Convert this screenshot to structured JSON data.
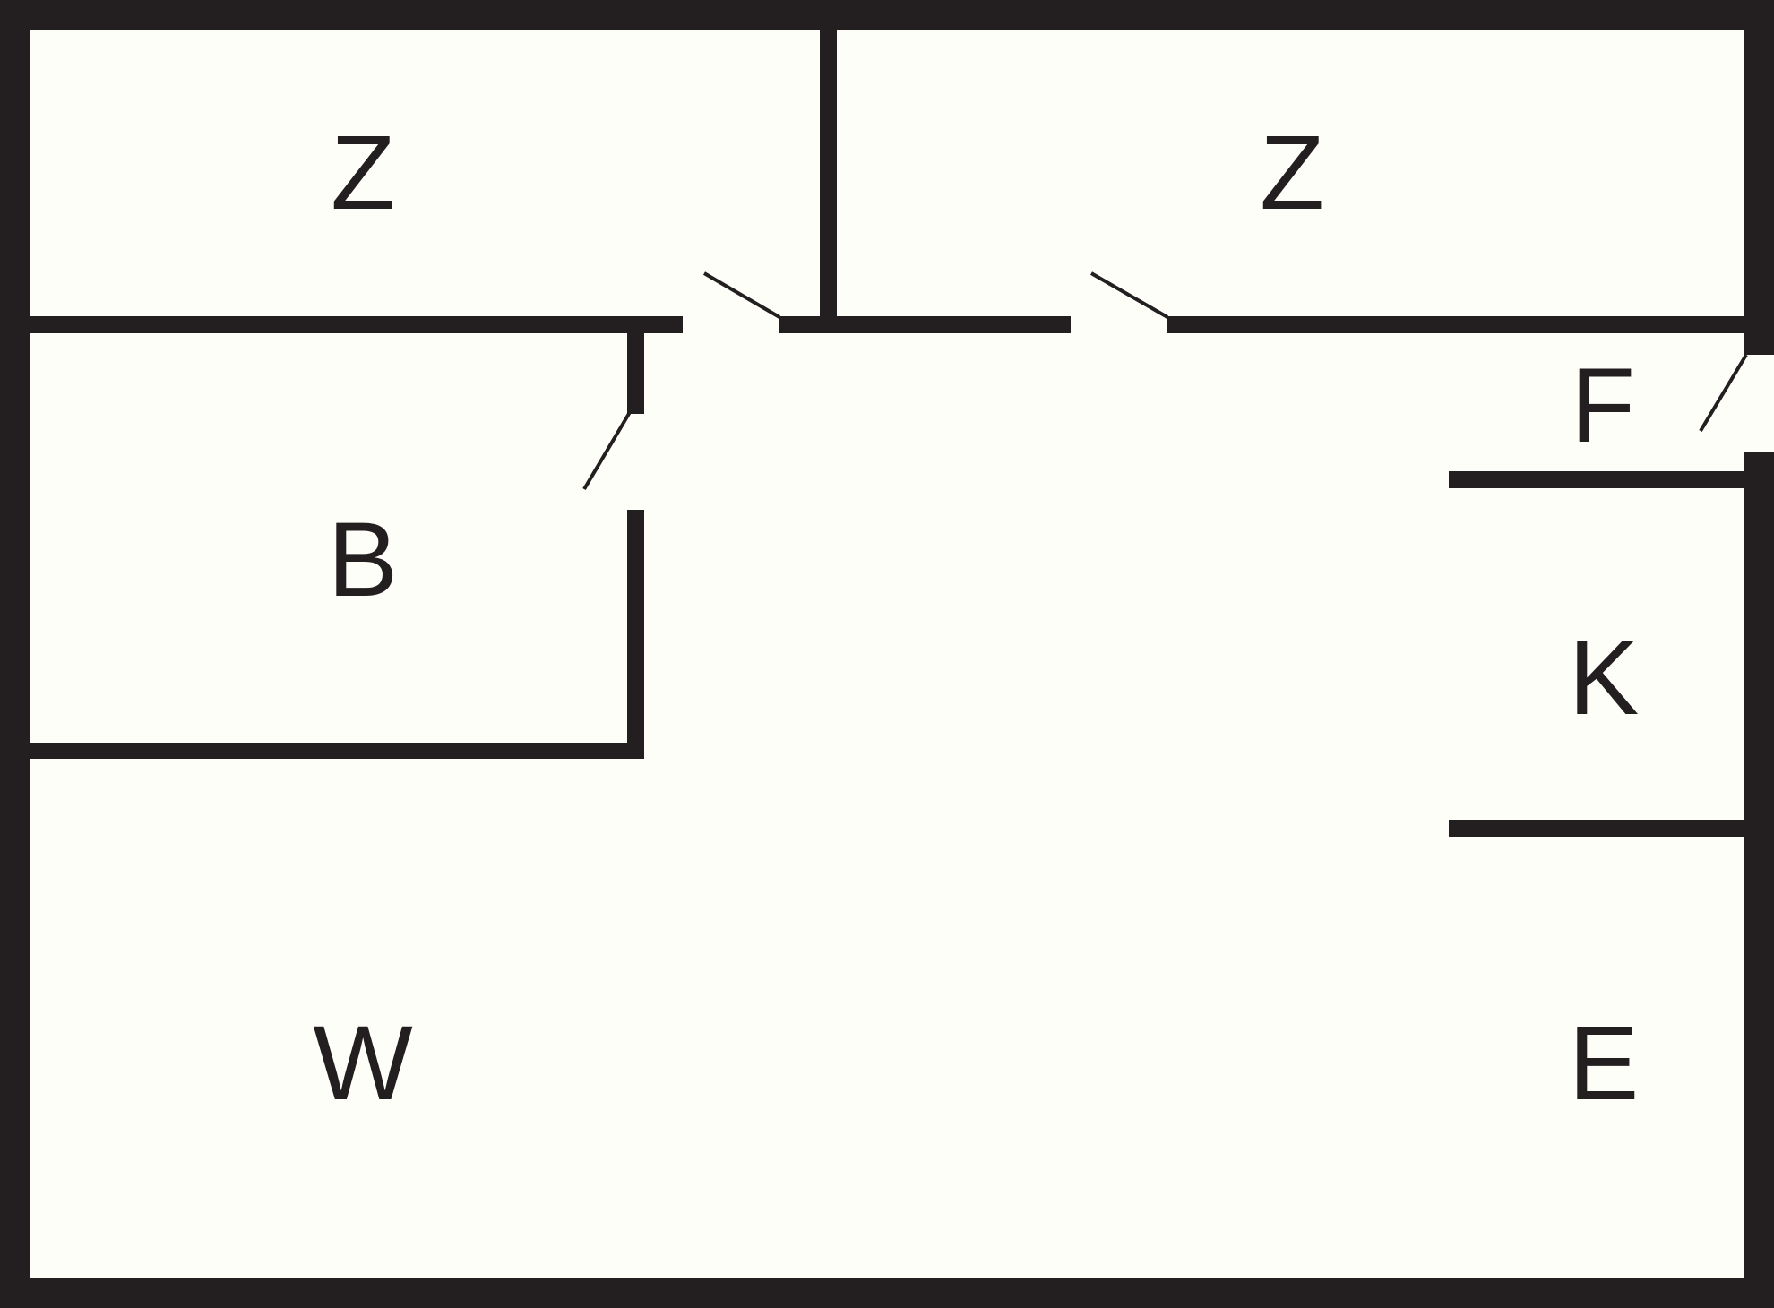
{
  "colors": {
    "background": "#fefef9",
    "wall": "#231f20"
  },
  "rooms": [
    {
      "id": "bedroom-left",
      "label": "Z"
    },
    {
      "id": "bedroom-right",
      "label": "Z"
    },
    {
      "id": "bathroom",
      "label": "B"
    },
    {
      "id": "utility",
      "label": "F"
    },
    {
      "id": "kitchen",
      "label": "K"
    },
    {
      "id": "living",
      "label": "W"
    },
    {
      "id": "dining",
      "label": "E"
    }
  ]
}
